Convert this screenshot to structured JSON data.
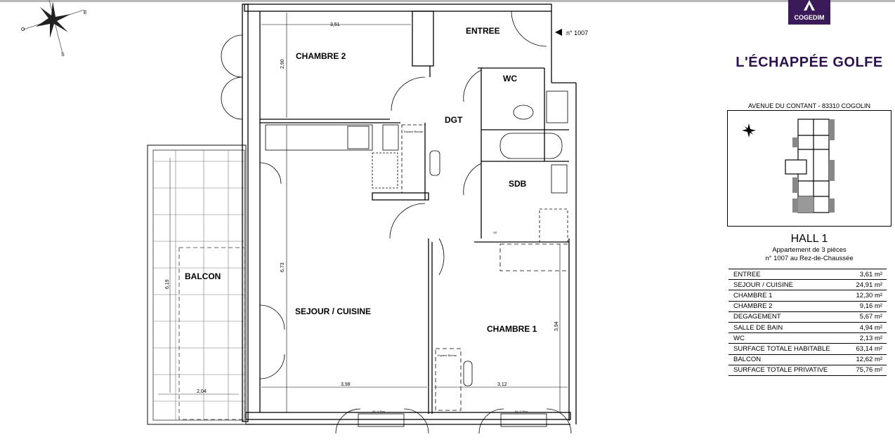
{
  "compass": {
    "labels": [
      "E",
      "O",
      "S"
    ]
  },
  "plan": {
    "unit_marker": "n° 1007",
    "rooms": {
      "entree": "ENTREE",
      "chambre2": "CHAMBRE 2",
      "wc": "WC",
      "dgt": "DGT",
      "sdb": "SDB",
      "balcon": "BALCON",
      "sejour": "SEJOUR / CUISINE",
      "chambre1": "CHAMBRE 1"
    },
    "dimensions": {
      "ch2_width": "3,51",
      "ch2_height": "2,90",
      "sejour_height": "6,73",
      "balcon_height": "6,19",
      "balcon_width": "2,04",
      "sejour_width": "3,98",
      "ch1_width": "3,12",
      "ch1_height": "3,94"
    },
    "annotations": {
      "window_height_1": "All. 0,35m",
      "window_height_2": "All. 0,35m",
      "sdb_ss": "SS",
      "espace_bureau": "Espace Bureau",
      "espace_bureau_2": "Espace Bureau"
    }
  },
  "brand": {
    "logo_text": "COGEDIM",
    "color": "#3b1a5a"
  },
  "project": {
    "title": "L'ÉCHAPPÉE GOLFE",
    "address": "AVENUE DU CONTANT - 83310 COGOLIN"
  },
  "unit": {
    "hall": "HALL 1",
    "type": "Appartement de 3 pièces",
    "location": "n° 1007 au Rez-de-Chaussée"
  },
  "areas": [
    {
      "label": "ENTREE",
      "value": "3,61",
      "unit": "m²"
    },
    {
      "label": "SEJOUR / CUISINE",
      "value": "24,91",
      "unit": "m²"
    },
    {
      "label": "CHAMBRE 1",
      "value": "12,30",
      "unit": "m²"
    },
    {
      "label": "CHAMBRE 2",
      "value": "9,16",
      "unit": "m²"
    },
    {
      "label": "DEGAGEMENT",
      "value": "5,67",
      "unit": "m²"
    },
    {
      "label": "SALLE DE BAIN",
      "value": "4,94",
      "unit": "m²"
    },
    {
      "label": "WC",
      "value": "2,13",
      "unit": "m²"
    },
    {
      "label": "SURFACE TOTALE HABITABLE",
      "value": "63,14",
      "unit": "m²"
    },
    {
      "label": "BALCON",
      "value": "12,62",
      "unit": "m²"
    },
    {
      "label": "SURFACE TOTALE PRIVATIVE",
      "value": "75,76",
      "unit": "m²"
    }
  ]
}
